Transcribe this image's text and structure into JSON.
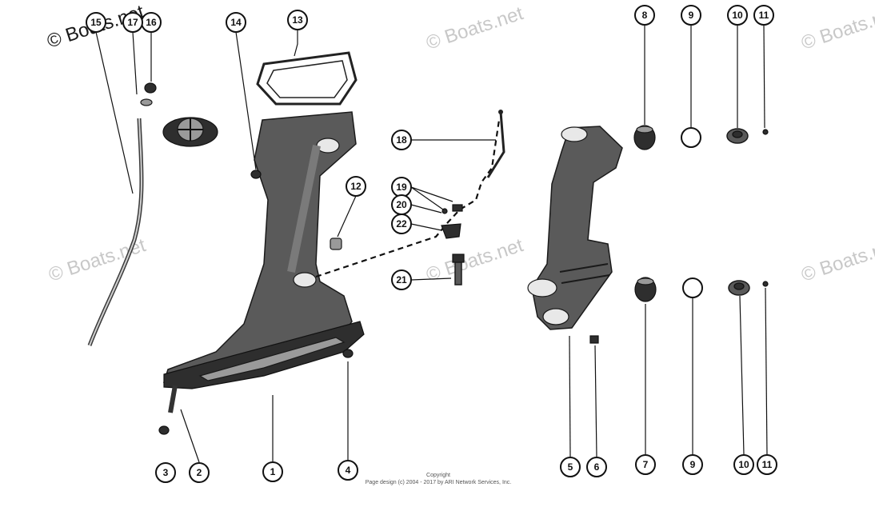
{
  "watermark": "© Boats.net",
  "footer": {
    "line1": "Copyright",
    "line2": "Page design (c) 2004 - 2017 by ARI Network Services, Inc."
  },
  "callouts": [
    "1",
    "2",
    "3",
    "4",
    "5",
    "6",
    "7",
    "8",
    "9",
    "10",
    "11",
    "12",
    "13",
    "14",
    "15",
    "16",
    "17",
    "18",
    "19",
    "20",
    "21",
    "22"
  ],
  "colors": {
    "ink": "#111111",
    "part": "#5a5a5a",
    "watermark": "#c8c8c8"
  }
}
